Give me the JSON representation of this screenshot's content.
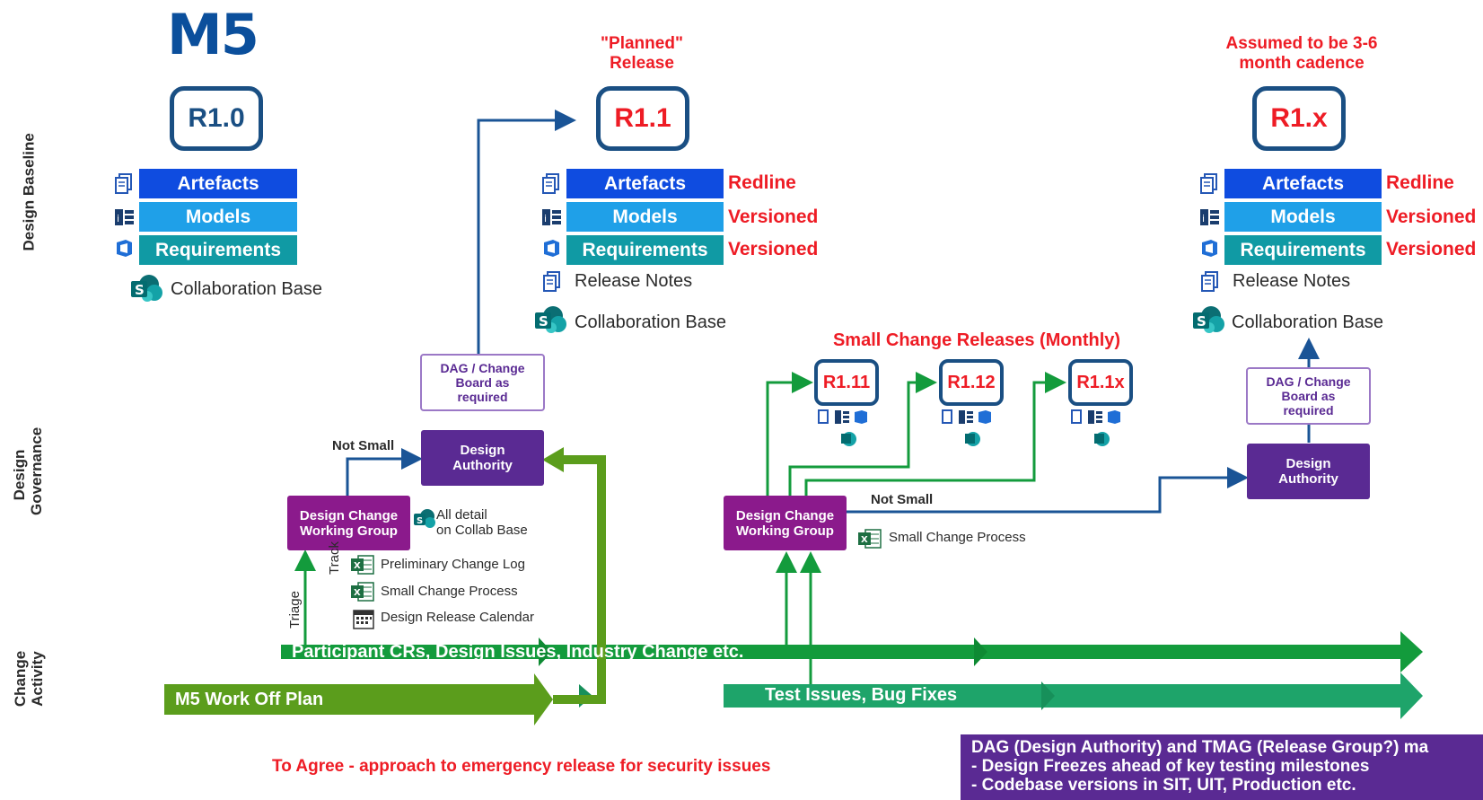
{
  "logo": "M5",
  "row_labels": {
    "baseline": "Design Baseline",
    "governance_line1": "Design",
    "governance_line2": "Governance",
    "activity_line1": "Change",
    "activity_line2": "Activity"
  },
  "r10": {
    "label": "R1.0",
    "artefacts": "Artefacts",
    "models": "Models",
    "requirements": "Requirements",
    "collab": "Collaboration Base"
  },
  "r11": {
    "heading_line1": "\"Planned\"",
    "heading_line2": "Release",
    "label": "R1.1",
    "artefacts": "Artefacts",
    "models": "Models",
    "requirements": "Requirements",
    "artefacts_status": "Redline",
    "models_status": "Versioned",
    "requirements_status": "Versioned",
    "release_notes": "Release Notes",
    "collab": "Collaboration Base"
  },
  "r1x": {
    "heading_line1": "Assumed to be 3-6",
    "heading_line2": "month cadence",
    "label": "R1.x",
    "artefacts": "Artefacts",
    "models": "Models",
    "requirements": "Requirements",
    "artefacts_status": "Redline",
    "models_status": "Versioned",
    "requirements_status": "Versioned",
    "release_notes": "Release Notes",
    "collab": "Collaboration Base"
  },
  "small_changes": {
    "title": "Small Change Releases (Monthly)",
    "releases": [
      "R1.11",
      "R1.12",
      "R1.1x"
    ]
  },
  "governance_left": {
    "dag_line1": "DAG / Change",
    "dag_line2": "Board as",
    "dag_line3": "required",
    "authority_line1": "Design",
    "authority_line2": "Authority",
    "not_small": "Not Small",
    "wg_line1": "Design Change",
    "wg_line2": "Working Group",
    "all_detail_line1": "All detail",
    "all_detail_line2": "on Collab Base",
    "track": "Track",
    "triage": "Triage",
    "log": "Preliminary Change Log",
    "process": "Small Change Process",
    "calendar": "Design Release Calendar"
  },
  "governance_right": {
    "wg_line1": "Design Change",
    "wg_line2": "Working Group",
    "not_small": "Not Small",
    "process": "Small Change Process",
    "dag_line1": "DAG / Change",
    "dag_line2": "Board as",
    "dag_line3": "required",
    "authority_line1": "Design",
    "authority_line2": "Authority"
  },
  "activity": {
    "participant": "Participant CRs, Design Issues, Industry Change etc.",
    "workoff": "M5 Work Off Plan",
    "test": "Test Issues, Bug Fixes"
  },
  "footer": {
    "agree": "To Agree - approach to emergency release for security issues",
    "note_line1": "DAG (Design Authority) and TMAG (Release Group?) ma",
    "note_line2": "- Design Freezes ahead of key testing milestones",
    "note_line3": "- Codebase versions in SIT, UIT, Production etc."
  },
  "colors": {
    "navy": "#1a4f83",
    "red": "#ee1c25",
    "green": "#139b3c",
    "olive": "#5b9d1c",
    "purple": "#5a2a93"
  }
}
